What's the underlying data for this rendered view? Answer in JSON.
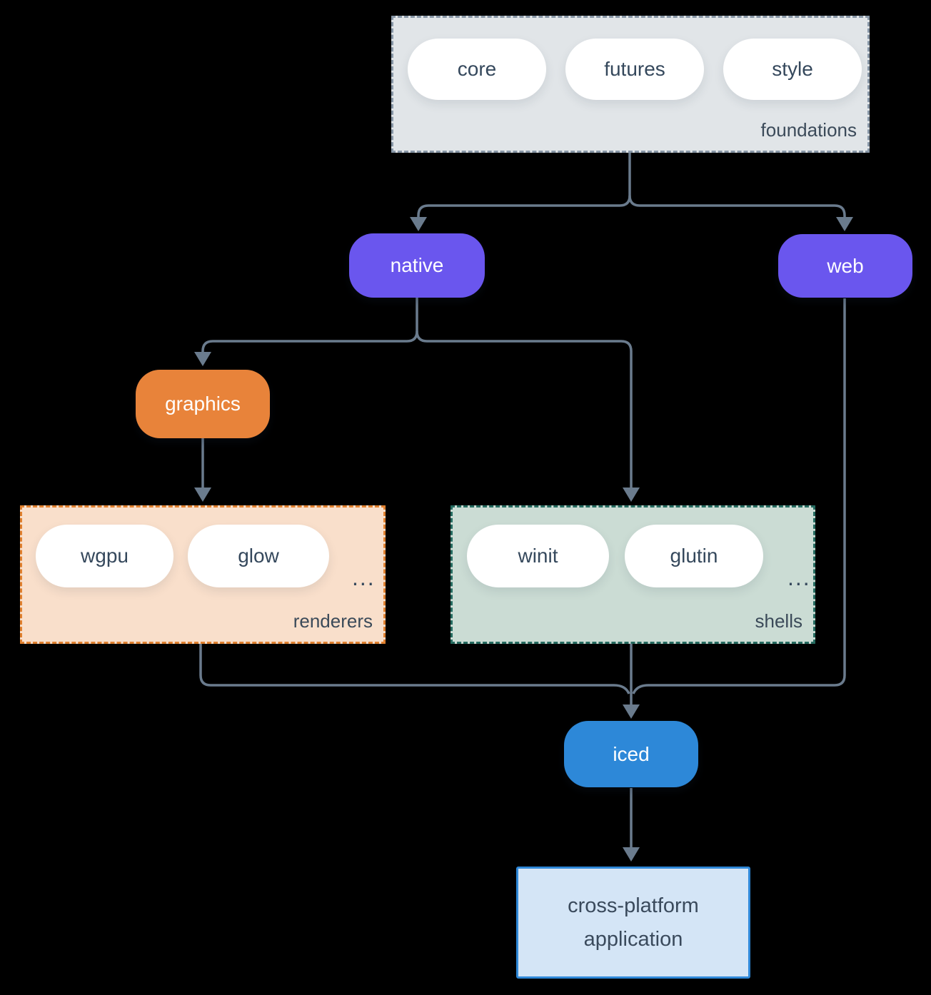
{
  "colors": {
    "background": "#000000",
    "connector": "#6a7b8d",
    "foundations_fill": "#e1e5e8",
    "foundations_border": "#8796a6",
    "purple_node": "#6a56ee",
    "orange_node": "#e8833a",
    "renderers_fill": "#f9dfcb",
    "renderers_border": "#e0802f",
    "shells_fill": "#cbdcd4",
    "shells_border": "#256b60",
    "blue_node": "#2d88d8",
    "application_fill": "#d4e5f6",
    "application_border": "#2f88d8",
    "text_dark": "#35485c",
    "text_light": "#ffffff"
  },
  "foundations": {
    "label": "foundations",
    "pills": [
      "core",
      "futures",
      "style"
    ]
  },
  "nodes": {
    "native": "native",
    "web": "web",
    "graphics": "graphics",
    "iced": "iced"
  },
  "renderers": {
    "label": "renderers",
    "pills": [
      "wgpu",
      "glow"
    ],
    "more": "..."
  },
  "shells": {
    "label": "shells",
    "pills": [
      "winit",
      "glutin"
    ],
    "more": "..."
  },
  "application": {
    "line1": "cross-platform",
    "line2": "application"
  }
}
